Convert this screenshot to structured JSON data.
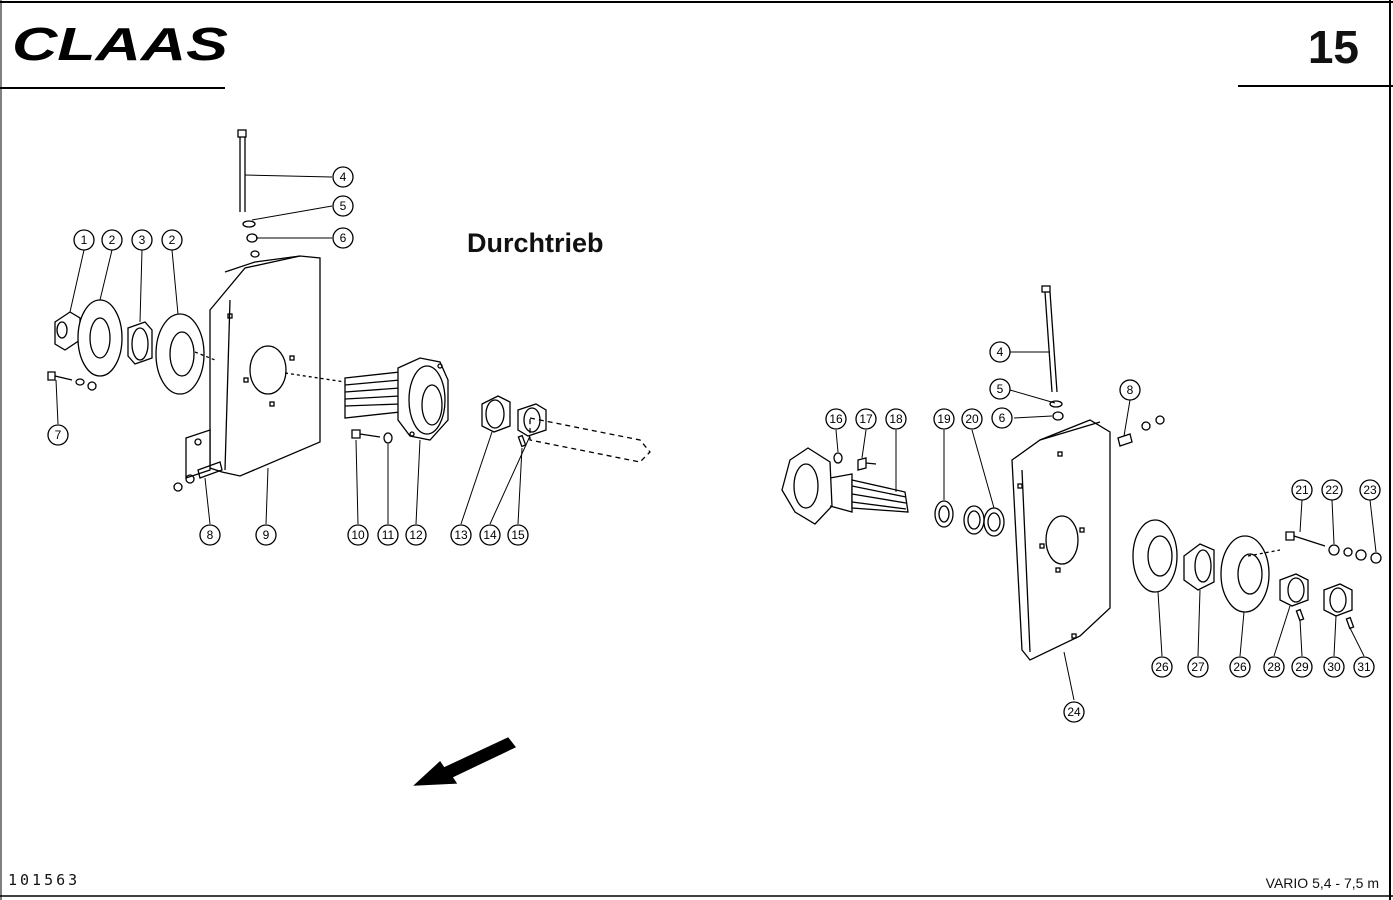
{
  "header": {
    "brand": "CLAAS",
    "page_number": "15"
  },
  "diagram": {
    "title": "Durchtrieb",
    "left_assembly_callouts": [
      "1",
      "2",
      "3",
      "2",
      "4",
      "5",
      "6",
      "7",
      "8",
      "9",
      "10",
      "11",
      "12",
      "13",
      "14",
      "15"
    ],
    "right_assembly_callouts": [
      "4",
      "5",
      "6",
      "8",
      "16",
      "17",
      "18",
      "19",
      "20",
      "21",
      "22",
      "23",
      "24",
      "26",
      "27",
      "26",
      "28",
      "29",
      "30",
      "31"
    ],
    "direction_arrow": "arrow-down-left-icon"
  },
  "footer": {
    "document_number": "101563",
    "model": "VARIO 5,4 - 7,5 m"
  }
}
